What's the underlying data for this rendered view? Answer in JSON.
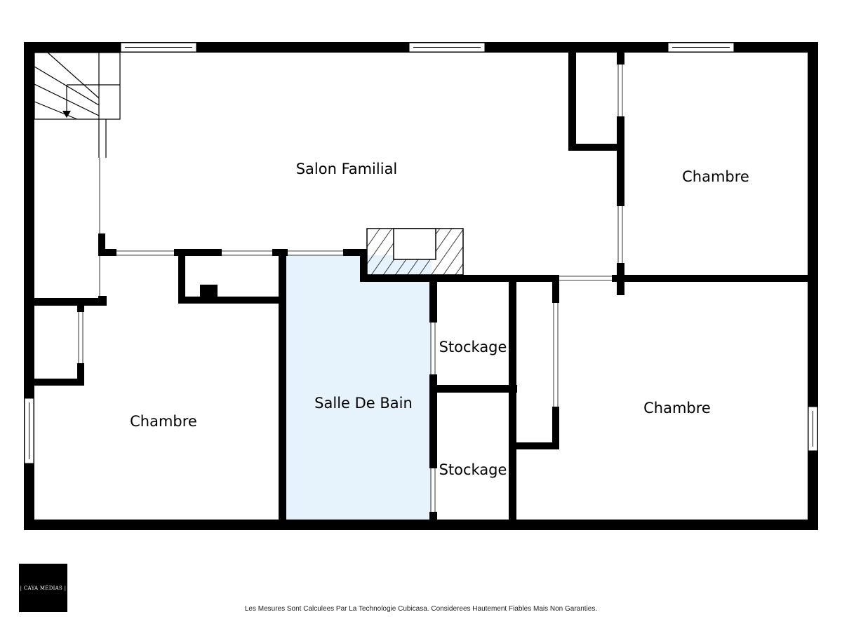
{
  "floorplan": {
    "rooms": {
      "salon": "Salon Familial",
      "chambre_ne": "Chambre",
      "chambre_w": "Chambre",
      "salle_de_bain": "Salle De Bain",
      "stockage_1": "Stockage",
      "stockage_2": "Stockage",
      "chambre_se": "Chambre"
    },
    "colors": {
      "wall": "#000000",
      "bathroom_fill": "#e6f3fd",
      "background": "#ffffff"
    }
  },
  "branding": {
    "logo_text": "| CAYA MÉDIAS |"
  },
  "footer": {
    "disclaimer": "Les Mesures Sont Calculees Par La Technologie Cubicasa. Considerees Hautement Fiables Mais Non Garanties."
  }
}
